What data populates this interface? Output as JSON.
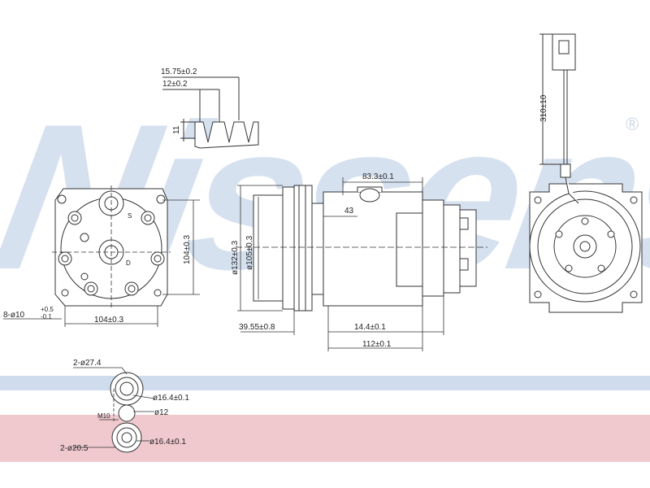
{
  "watermark": {
    "brand": "Nissens",
    "registered": "®",
    "color": "#c9d8ec"
  },
  "bands": {
    "blue": "#cfdcee",
    "pink": "#f0c9cf"
  },
  "pulley_detail": {
    "width_outer": "15.75±0.2",
    "width_inner": "12±0.2",
    "height": "11"
  },
  "connector_detail": {
    "cable_length": "310±10"
  },
  "back_view": {
    "height": "104±0.3",
    "width": "104±0.3",
    "holes": "8-ø10",
    "hole_tol_upper": "+0.5",
    "hole_tol_lower": "-0.1",
    "port_s": "S",
    "port_d": "D"
  },
  "side_view": {
    "dia_outer": "ø132±0.3",
    "dia_inner": "ø105±0.3",
    "top_length": "83.3±0.1",
    "offset": "43",
    "bottom_left": "39.55±0.8",
    "bottom_mid": "14.4±0.1",
    "overall": "112±0.1"
  },
  "port_detail": {
    "top_label": "2-ø27.4",
    "top_dia": "ø16.4±0.1",
    "mid_dia": "ø12",
    "m10": "M10",
    "bottom_label": "2-ø20.5",
    "bottom_dia": "ø16.4±0.1"
  }
}
